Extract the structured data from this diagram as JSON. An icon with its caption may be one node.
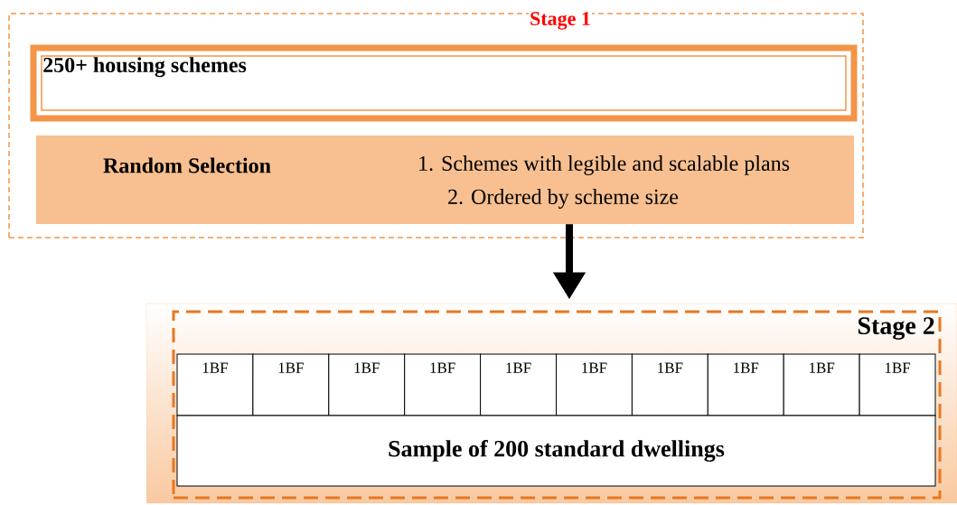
{
  "diagram": {
    "nodes": [
      {
        "text": [
          "Stage 1"
        ]
      },
      {
        "text": [
          "250+ housing schemes"
        ],
        "in": 0
      },
      {
        "text": [
          "Random Selection",
          "1. Schemes with legible and scalable plans",
          "2. Ordered by scheme size"
        ],
        "in": 0
      },
      {
        "text": [
          "Stage 2"
        ]
      },
      {
        "text": [
          "1BF"
        ],
        "in": 3
      },
      {
        "text": [
          "1BF"
        ],
        "in": 3
      },
      {
        "text": [
          "1BF"
        ],
        "in": 3
      },
      {
        "text": [
          "1BF"
        ],
        "in": 3
      },
      {
        "text": [
          "1BF"
        ],
        "in": 3
      },
      {
        "text": [
          "1BF"
        ],
        "in": 3
      },
      {
        "text": [
          "1BF"
        ],
        "in": 3
      },
      {
        "text": [
          "1BF"
        ],
        "in": 3
      },
      {
        "text": [
          "1BF"
        ],
        "in": 3
      },
      {
        "text": [
          "1BF"
        ],
        "in": 3
      },
      {
        "text": [
          "Sample of 200 standard dwellings"
        ],
        "in": 3
      }
    ],
    "edges": [
      {
        "from": 2,
        "to": 3,
        "arrow": "to"
      }
    ]
  }
}
